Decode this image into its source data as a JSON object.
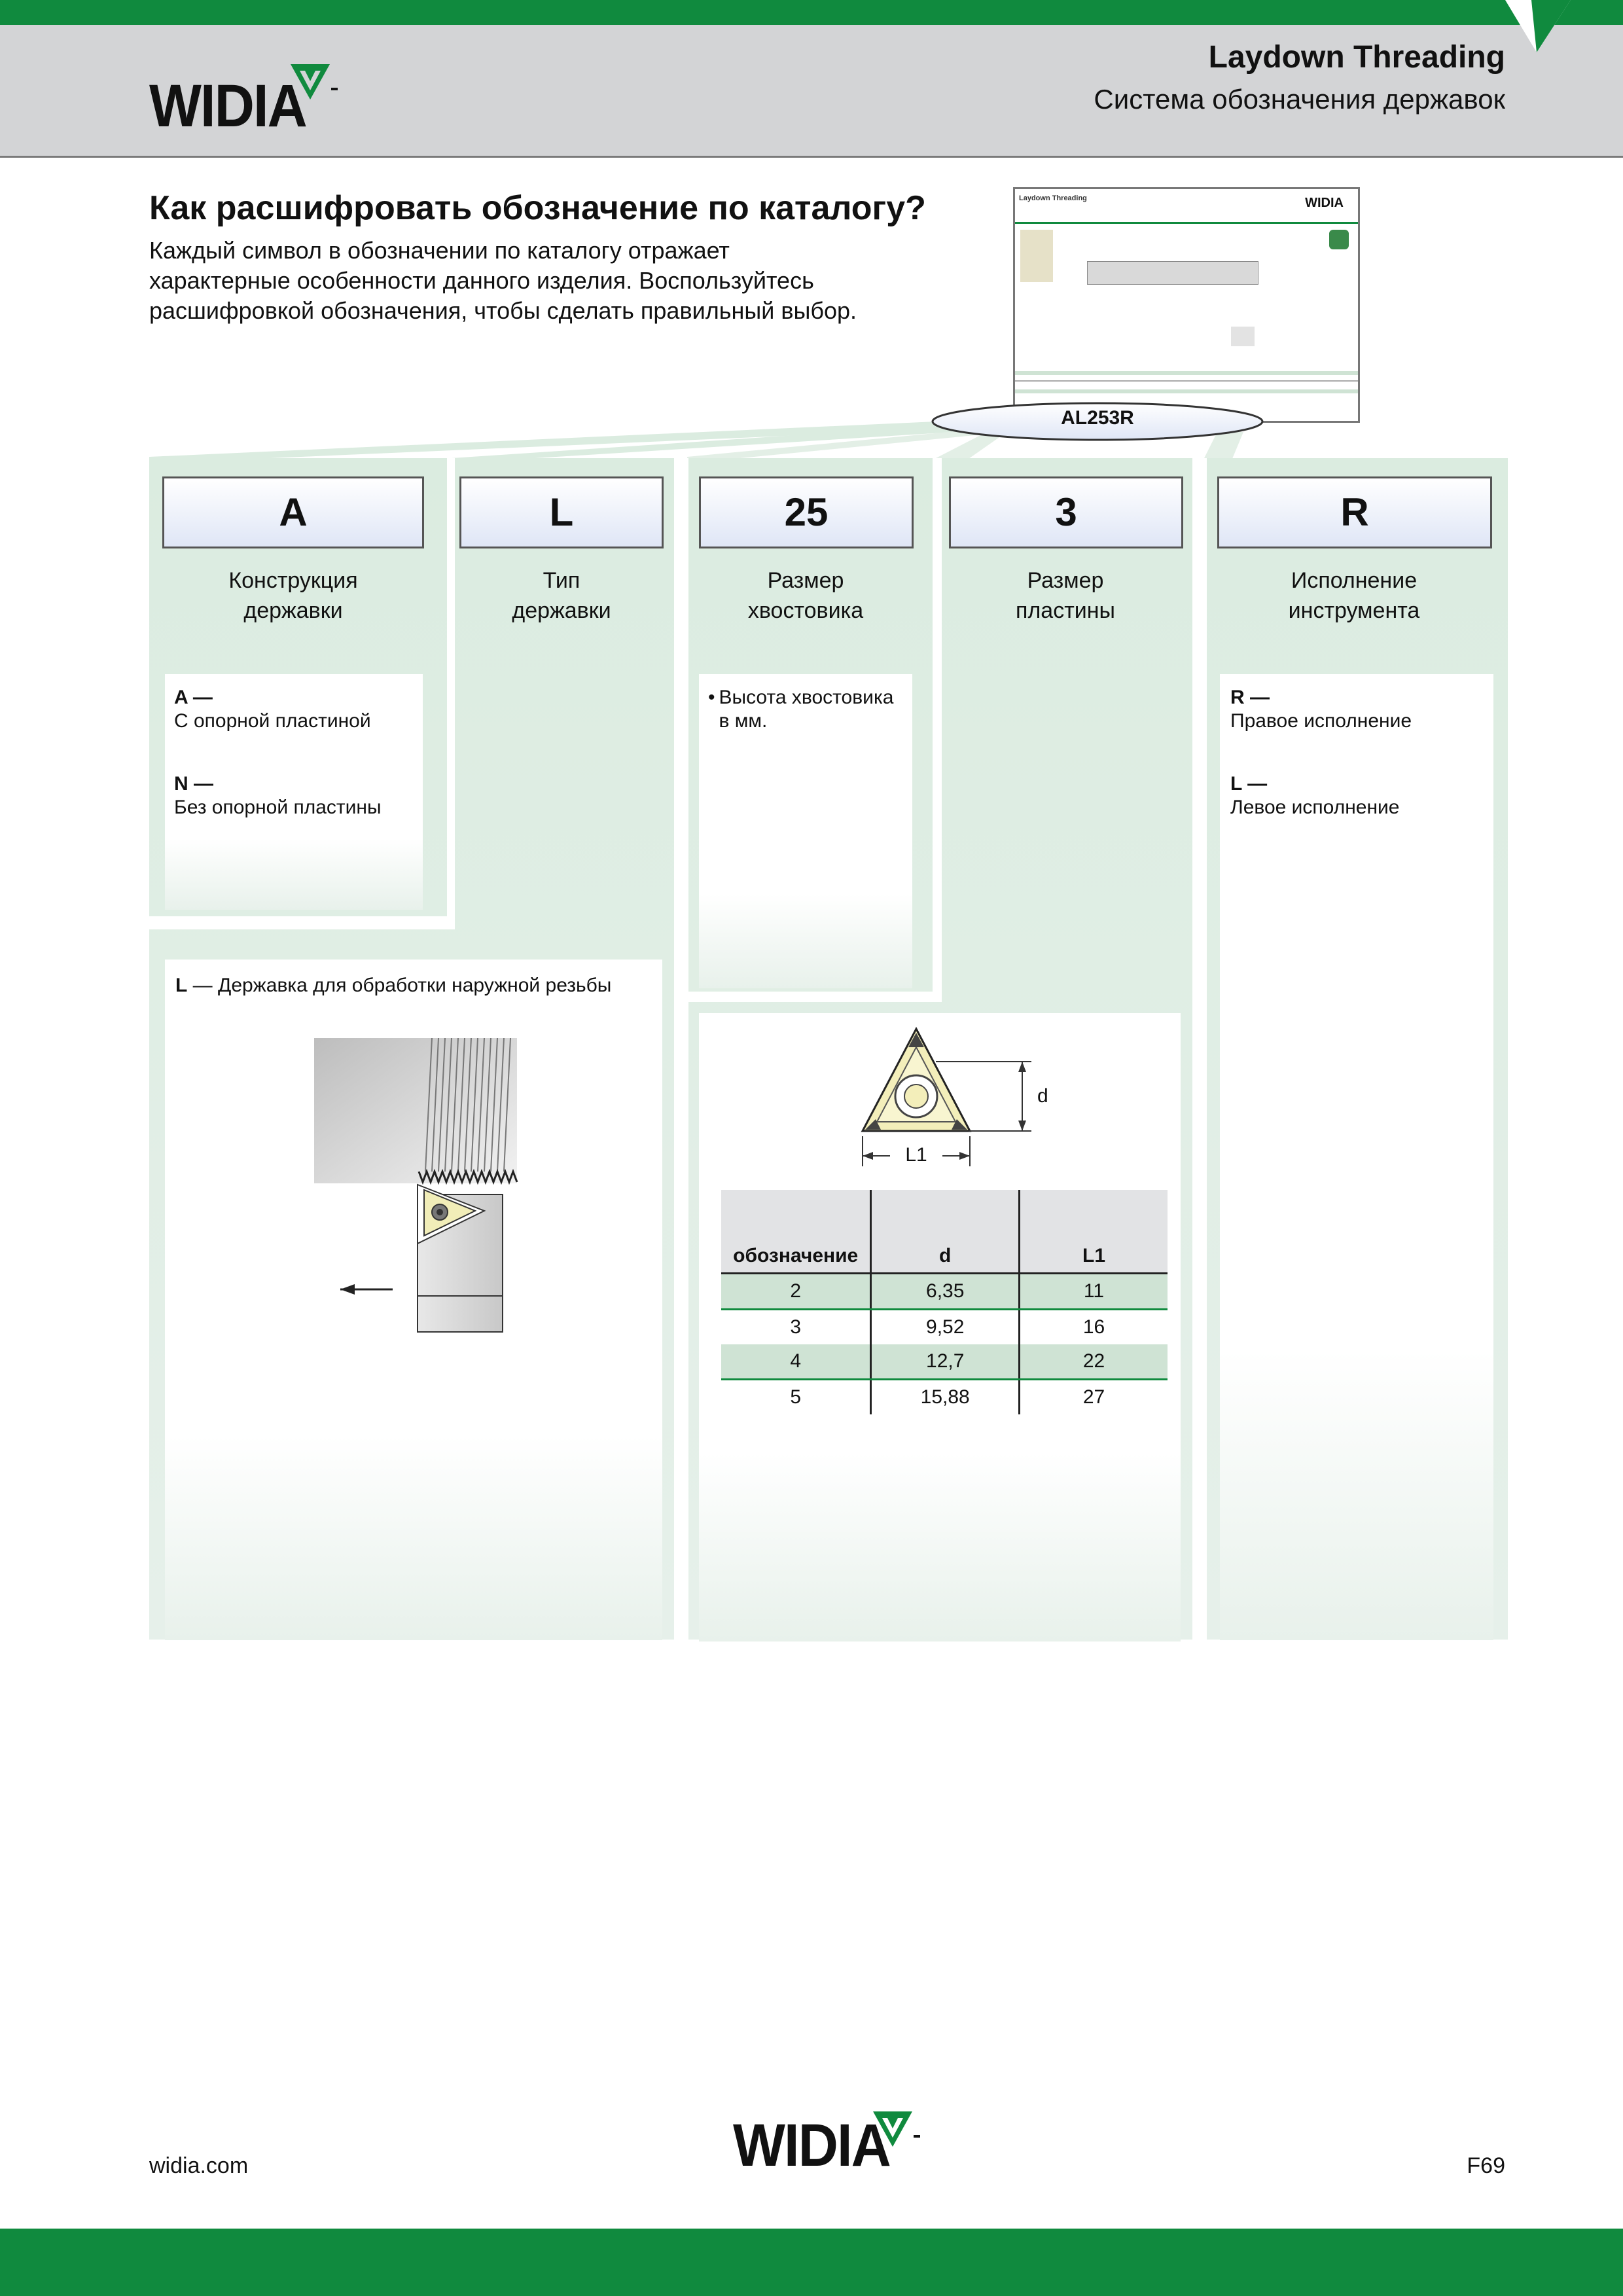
{
  "colors": {
    "brand_green": "#108a3e",
    "header_gray": "#d3d4d6",
    "column_green": "#dbece0"
  },
  "header": {
    "logo": "WIDIA",
    "title": "Laydown Threading",
    "subtitle": "Система обозначения державок"
  },
  "intro": {
    "heading": "Как расшифровать обозначение по каталогу?",
    "lines": [
      "Каждый символ в обозначении по каталогу отражает",
      "характерные особенности данного изделия. Воспользуйтесь",
      "расшифровкой обозначения, чтобы сделать правильный выбор."
    ]
  },
  "catalog_thumbnail": {
    "title": "Laydown Threading",
    "logo": "WIDIA"
  },
  "designation": "AL253R",
  "columns": [
    {
      "code": "A",
      "label_line1": "Конструкция",
      "label_line2": "державки"
    },
    {
      "code": "L",
      "label_line1": "Тип",
      "label_line2": "державки"
    },
    {
      "code": "25",
      "label_line1": "Размер",
      "label_line2": "хвостовика"
    },
    {
      "code": "3",
      "label_line1": "Размер",
      "label_line2": "пластины"
    },
    {
      "code": "R",
      "label_line1": "Исполнение",
      "label_line2": "инструмента"
    }
  ],
  "col_a": {
    "opt1_code": "A —",
    "opt1_text": "С опорной пластиной",
    "opt2_code": "N —",
    "opt2_text": "Без опорной пластины"
  },
  "col_l": {
    "code": "L",
    "text": " — Державка для обработки наружной резьбы"
  },
  "col_25": {
    "line1": "Высота хвостовика",
    "line2": "в мм."
  },
  "col_r": {
    "opt1_code": "R —",
    "opt1_text": "Правое исполнение",
    "opt2_code": "L —",
    "opt2_text": "Левое исполнение"
  },
  "insert": {
    "dim_d": "d",
    "dim_l1": "L1",
    "table": {
      "headers": [
        "обозначение",
        "d",
        "L1"
      ],
      "rows": [
        [
          "2",
          "6,35",
          "11"
        ],
        [
          "3",
          "9,52",
          "16"
        ],
        [
          "4",
          "12,7",
          "22"
        ],
        [
          "5",
          "15,88",
          "27"
        ]
      ]
    }
  },
  "footer": {
    "site": "widia.com",
    "logo": "WIDIA",
    "page": "F69"
  }
}
